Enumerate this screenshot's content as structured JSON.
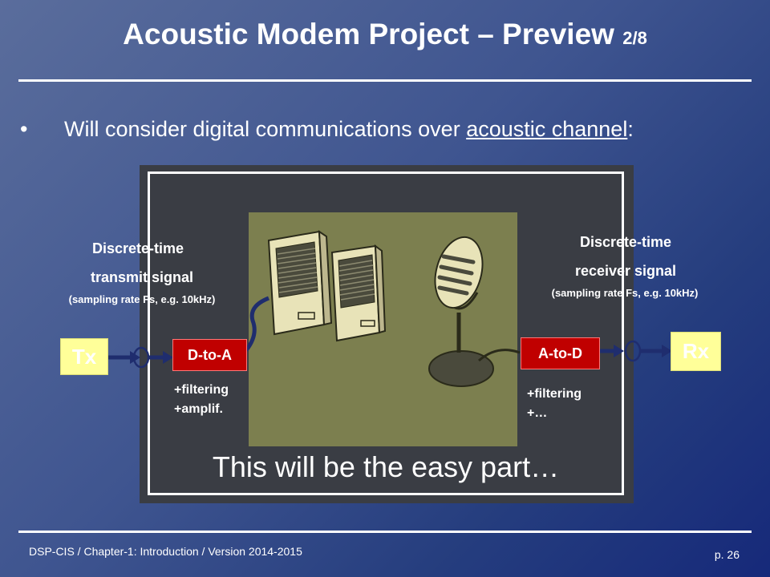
{
  "slide": {
    "title": "Acoustic Modem Project – Preview",
    "title_sub": "2/8",
    "bullet_marker": "•",
    "bullet_pre": "Will consider digital communications over ",
    "bullet_link": "acoustic channel",
    "bullet_post": ":"
  },
  "diagram": {
    "tx_label_line1": "Discrete-time",
    "tx_label_line2": "transmit signal",
    "tx_label_line3": "(sampling rate Fs, e.g. 10kHz)",
    "rx_label_line1": "Discrete-time",
    "rx_label_line2": "receiver signal",
    "rx_label_line3": "(sampling rate Fs, e.g. 10kHz)",
    "tx_box": "Tx",
    "rx_box": "Rx",
    "dac_box": "D-to-A",
    "adc_box": "A-to-D",
    "dac_note_1": "+filtering",
    "dac_note_2": "+amplif.",
    "adc_note_1": "+filtering",
    "adc_note_2": "+…",
    "caption": "This will be the easy part…"
  },
  "footer": {
    "left": "DSP-CIS  /  Chapter-1: Introduction  /  Version 2014-2015",
    "page": "p. 26"
  },
  "colors": {
    "box_yellow": "#ffff99",
    "box_red": "#c00000",
    "wire": "#1f2d6e",
    "panel": "#3a3d44",
    "photo_bg": "#7c7f4f"
  },
  "icons": [
    "speaker-icon",
    "speaker-icon",
    "microphone-icon"
  ]
}
